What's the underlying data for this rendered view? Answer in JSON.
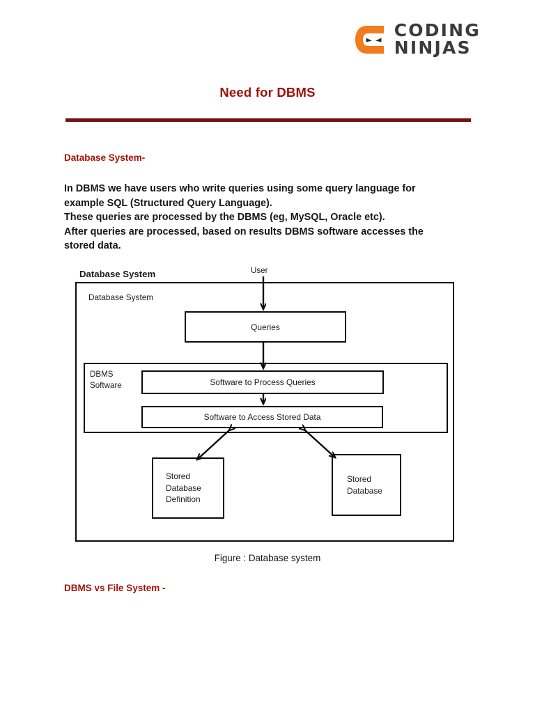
{
  "logo": {
    "mark_icon": "coding-ninjas-c-mark-icon",
    "line1": "CODING",
    "line2": "NINJAS",
    "mark_color": "#F07C1F",
    "text_color": "#3b3b3b"
  },
  "document": {
    "title": "Need for DBMS",
    "title_color": "#9e1008",
    "rule_color": "#731212"
  },
  "sections": {
    "database_system_heading": "Database System-",
    "dbms_vs_file_system_heading": "DBMS vs File System -",
    "body_lines": [
      "In DBMS we have users who write queries using some query language for example SQL (Structured Query Language).",
      "These queries are processed by the DBMS (eg, MySQL, Oracle etc).",
      "After queries are processed, based on results DBMS software accesses the stored data."
    ]
  },
  "diagram": {
    "outer_caption": "Database System",
    "user_label": "User",
    "inner_label": "Database System",
    "dbms_software_label": "DBMS\nSoftware",
    "boxes": {
      "queries": "Queries",
      "process_queries": "Software to Process Queries",
      "access_stored_data": "Software to Access Stored Data",
      "stored_database_definition": "Stored\nDatabase\nDefinition",
      "stored_database": "Stored\nDatabase"
    },
    "figure_caption": "Figure : Database system",
    "stroke_color": "#0b0b0b"
  }
}
